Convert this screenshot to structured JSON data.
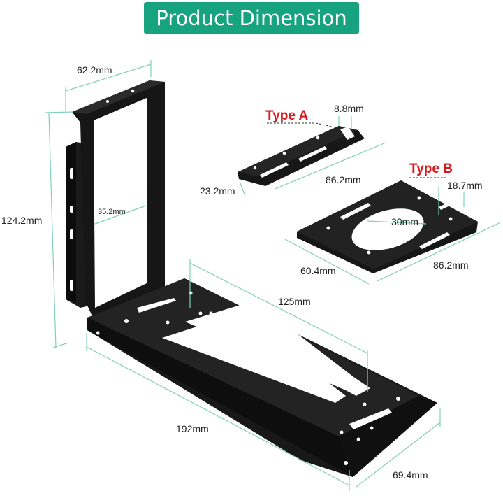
{
  "header": {
    "title": "Product Dimension"
  },
  "colors": {
    "header_bg": "#17a37f",
    "header_text": "#ffffff",
    "dimension_line": "#7fd1b9",
    "type_label": "#d7191c",
    "metal": "#151515"
  },
  "bracket": {
    "width_top": "62.2mm",
    "height": "124.2mm",
    "inner_width": "35.2mm",
    "slot_length": "125mm",
    "base_length": "192mm",
    "base_width": "69.4mm"
  },
  "plate_a": {
    "label": "Type A",
    "slot_width": "8.8mm",
    "length": "86.2mm",
    "width": "23.2mm"
  },
  "plate_b": {
    "label": "Type B",
    "slot_width": "18.7mm",
    "hole": "30mm",
    "width": "60.4mm",
    "length": "86.2mm"
  }
}
